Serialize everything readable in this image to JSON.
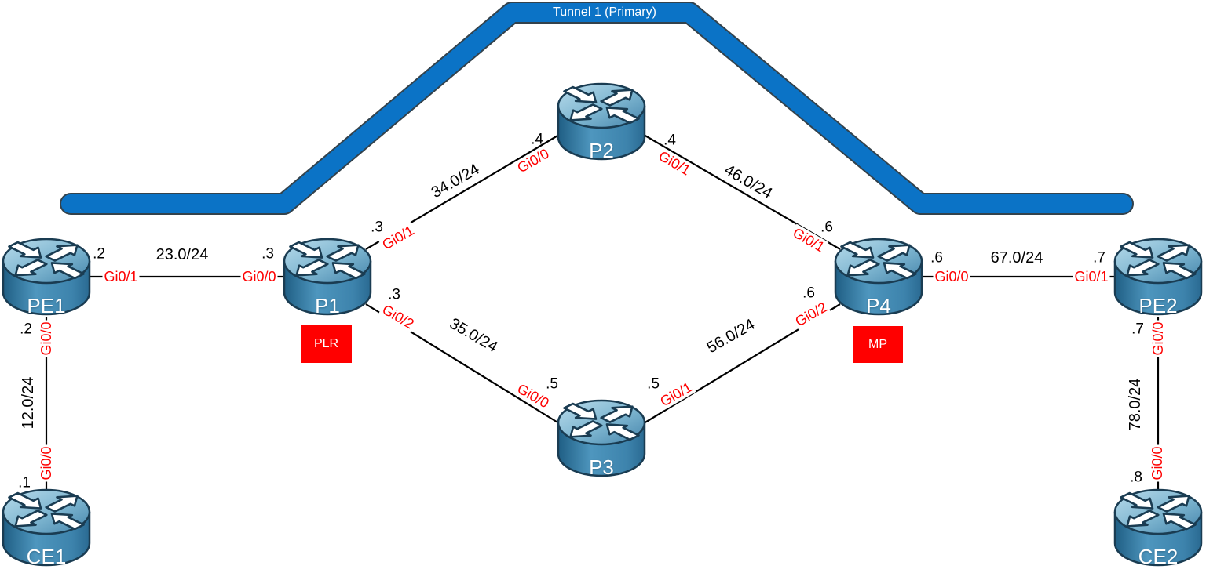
{
  "tunnel": {
    "label": "Tunnel 1 (Primary)"
  },
  "nodes": {
    "pe1": {
      "label": "PE1"
    },
    "p1": {
      "label": "P1"
    },
    "p2": {
      "label": "P2"
    },
    "p3": {
      "label": "P3"
    },
    "p4": {
      "label": "P4"
    },
    "pe2": {
      "label": "PE2"
    },
    "ce1": {
      "label": "CE1"
    },
    "ce2": {
      "label": "CE2"
    }
  },
  "roles": {
    "plr": {
      "label": "PLR"
    },
    "mp": {
      "label": "MP"
    }
  },
  "links": {
    "pe1_p1": {
      "subnet": "23.0/24",
      "a_if": "Gi0/1",
      "a_ip": ".2",
      "b_if": "Gi0/0",
      "b_ip": ".3"
    },
    "p1_p2": {
      "subnet": "34.0/24",
      "a_if": "Gi0/1",
      "a_ip": ".3",
      "b_if": "Gi0/0",
      "b_ip": ".4"
    },
    "p2_p4": {
      "subnet": "46.0/24",
      "a_if": "Gi0/1",
      "a_ip": ".4",
      "b_if": "Gi0/1",
      "b_ip": ".6"
    },
    "p1_p3": {
      "subnet": "35.0/24",
      "a_if": "Gi0/2",
      "a_ip": ".3",
      "b_if": "Gi0/0",
      "b_ip": ".5"
    },
    "p3_p4": {
      "subnet": "56.0/24",
      "a_if": "Gi0/1",
      "a_ip": ".5",
      "b_if": "Gi0/2",
      "b_ip": ".6"
    },
    "p4_pe2": {
      "subnet": "67.0/24",
      "a_if": "Gi0/0",
      "a_ip": ".6",
      "b_if": "Gi0/1",
      "b_ip": ".7"
    },
    "ce1_pe1": {
      "subnet": "12.0/24",
      "a_if": "Gi0/0",
      "a_ip": ".1",
      "b_if": "Gi0/0",
      "b_ip": ".2"
    },
    "pe2_ce2": {
      "subnet": "78.0/24",
      "a_if": "Gi0/0",
      "a_ip": ".7",
      "b_if": "Gi0/0",
      "b_ip": ".8"
    }
  },
  "colors": {
    "tunnel_fill": "#0b73c6",
    "tunnel_outline": "#33424c",
    "interface_text": "#fe0000",
    "role_box_bg": "#ff0000",
    "link_line": "#000000",
    "router_body": "#3d83ac",
    "router_top_light": "#b3d7e8",
    "router_outline": "#1a3c52"
  }
}
